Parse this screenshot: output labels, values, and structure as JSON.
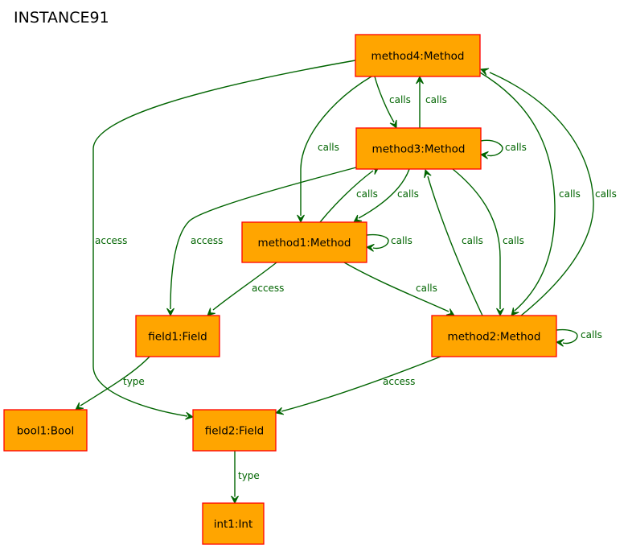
{
  "title": "INSTANCE91",
  "colors": {
    "node_fill": "#FFA500",
    "node_border": "#FF0000",
    "edge": "#006400"
  },
  "nodes": [
    {
      "id": "method4",
      "label": "method4:Method"
    },
    {
      "id": "method3",
      "label": "method3:Method"
    },
    {
      "id": "method1",
      "label": "method1:Method"
    },
    {
      "id": "field1",
      "label": "field1:Field"
    },
    {
      "id": "method2",
      "label": "method2:Method"
    },
    {
      "id": "bool1",
      "label": "bool1:Bool"
    },
    {
      "id": "field2",
      "label": "field2:Field"
    },
    {
      "id": "int1",
      "label": "int1:Int"
    }
  ],
  "edges": [
    {
      "from": "method4",
      "to": "field2",
      "label": "access"
    },
    {
      "from": "method4",
      "to": "method3",
      "label": "calls"
    },
    {
      "from": "method3",
      "to": "method4",
      "label": "calls"
    },
    {
      "from": "method4",
      "to": "method1",
      "label": "calls"
    },
    {
      "from": "method4",
      "to": "method2",
      "label": "calls"
    },
    {
      "from": "method2",
      "to": "method4",
      "label": "calls"
    },
    {
      "from": "method3",
      "to": "method3",
      "label": "calls"
    },
    {
      "from": "method3",
      "to": "field1",
      "label": "access"
    },
    {
      "from": "method1",
      "to": "method3",
      "label": "calls"
    },
    {
      "from": "method3",
      "to": "method1",
      "label": "calls"
    },
    {
      "from": "method2",
      "to": "method3",
      "label": "calls"
    },
    {
      "from": "method3",
      "to": "method2",
      "label": "calls"
    },
    {
      "from": "method1",
      "to": "method1",
      "label": "calls"
    },
    {
      "from": "method1",
      "to": "field1",
      "label": "access"
    },
    {
      "from": "method1",
      "to": "method2",
      "label": "calls"
    },
    {
      "from": "method2",
      "to": "method2",
      "label": "calls"
    },
    {
      "from": "method2",
      "to": "field2",
      "label": "access"
    },
    {
      "from": "field1",
      "to": "bool1",
      "label": "type"
    },
    {
      "from": "field2",
      "to": "int1",
      "label": "type"
    }
  ]
}
